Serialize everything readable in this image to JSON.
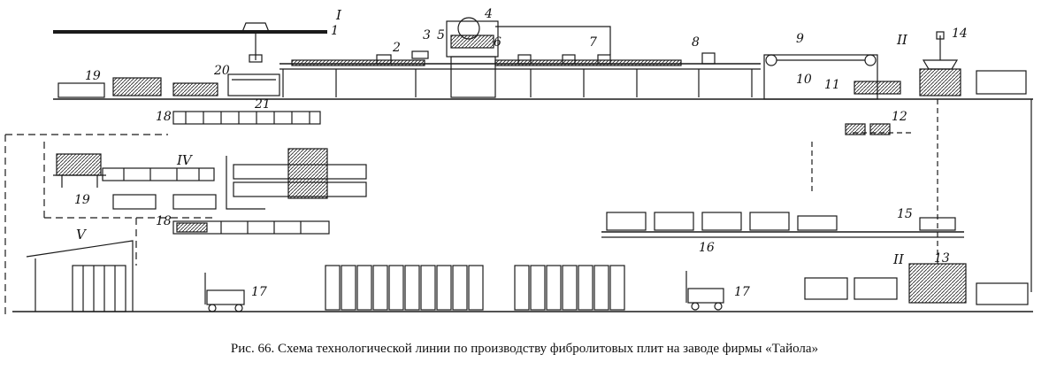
{
  "caption": "Рис. 66. Схема технологической линии по производству фибролитовых плит на заводе фирмы «Тайола»",
  "labels": [
    "1",
    "2",
    "3",
    "4",
    "5",
    "6",
    "7",
    "8",
    "9",
    "10",
    "11",
    "12",
    "13",
    "14",
    "15",
    "16",
    "17",
    "18",
    "19",
    "20",
    "21"
  ],
  "roman": [
    "I",
    "II",
    "IV",
    "V"
  ]
}
